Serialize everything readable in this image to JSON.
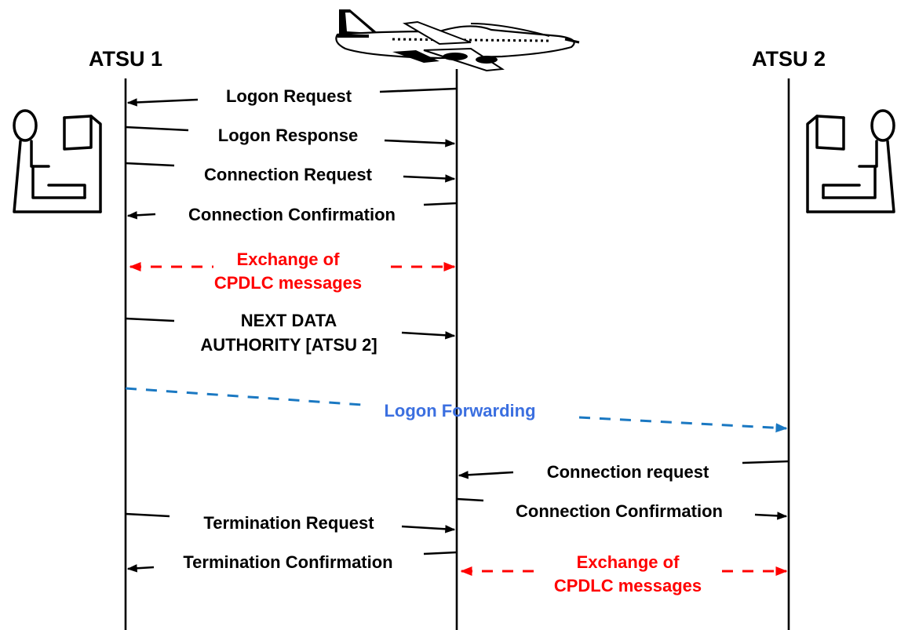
{
  "headers": {
    "atsu1": "ATSU 1",
    "atsu2": "ATSU 2"
  },
  "messages": {
    "logon_request": "Logon Request",
    "logon_response": "Logon Response",
    "connection_request_1": "Connection Request",
    "connection_confirmation_1": "Connection Confirmation",
    "exchange_1_line1": "Exchange of",
    "exchange_1_line2": "CPDLC messages",
    "nda_line1": "NEXT DATA",
    "nda_line2": "AUTHORITY [ATSU 2]",
    "logon_forwarding": "Logon Forwarding",
    "connection_request_2": "Connection request",
    "connection_confirmation_2": "Connection Confirmation",
    "termination_request": "Termination Request",
    "termination_confirmation": "Termination Confirmation",
    "exchange_2_line1": "Exchange of",
    "exchange_2_line2": "CPDLC messages"
  },
  "icons": {
    "aircraft": "airplane-icon",
    "controller_left": "air-traffic-controller-icon",
    "controller_right": "air-traffic-controller-icon"
  },
  "colors": {
    "message_text": "#000000",
    "cpdlc_exchange": "#ff0000",
    "logon_forwarding_text": "#3b6fe0",
    "logon_forwarding_line": "#1a78c2"
  }
}
